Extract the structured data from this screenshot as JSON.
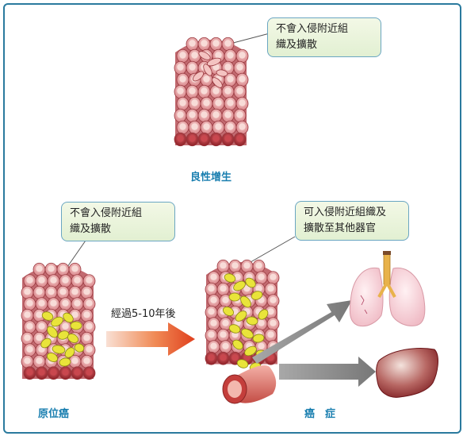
{
  "benign": {
    "callout": [
      "不會入侵附近組",
      "織及擴散"
    ],
    "caption": "良性增生"
  },
  "in_situ": {
    "callout": [
      "不會入侵附近組",
      "織及擴散"
    ],
    "caption": "原位癌"
  },
  "progression": {
    "label": "經過5-10年後"
  },
  "cancer": {
    "callout": [
      "可入侵附近組織及",
      "擴散至其他器官"
    ],
    "caption": "癌　症"
  },
  "colors": {
    "frame": "#2a7a9e",
    "cell_fill": "#e8a7a5",
    "cell_nucleus": "#f6d6d2",
    "cell_base": "#9e2b2f",
    "tumor": "#e6e23a",
    "caption": "#1a7fb0",
    "arrow_gray": "#8a8a8a",
    "progress_arrow_start": "#f7d9c9",
    "progress_arrow_end": "#e0401e"
  }
}
